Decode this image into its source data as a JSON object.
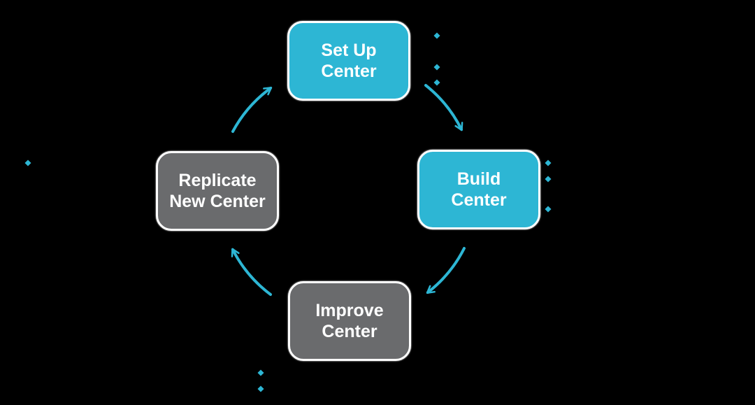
{
  "canvas": {
    "background": "#000000"
  },
  "colors": {
    "accent_cyan": "#2db6d4",
    "node_gray": "#6a6b6d",
    "node_border": "#ffffff",
    "node_text": "#ffffff"
  },
  "diagram": {
    "type": "cycle",
    "nodes": [
      {
        "id": "set-up-center",
        "lines": [
          "Set Up",
          "Center"
        ],
        "fill": "#2db6d4",
        "position": "top"
      },
      {
        "id": "build-center",
        "lines": [
          "Build",
          "Center"
        ],
        "fill": "#2db6d4",
        "position": "right"
      },
      {
        "id": "improve-center",
        "lines": [
          "Improve",
          "Center"
        ],
        "fill": "#6a6b6d",
        "position": "bottom"
      },
      {
        "id": "replicate-new-center",
        "lines": [
          "Replicate",
          "New Center"
        ],
        "fill": "#6a6b6d",
        "position": "left"
      }
    ],
    "arrows": [
      {
        "from": "replicate-new-center",
        "to": "set-up-center"
      },
      {
        "from": "set-up-center",
        "to": "build-center"
      },
      {
        "from": "build-center",
        "to": "improve-center"
      },
      {
        "from": "improve-center",
        "to": "replicate-new-center"
      }
    ],
    "bullet_dots": {
      "count": 9,
      "color": "#2db6d4"
    }
  }
}
